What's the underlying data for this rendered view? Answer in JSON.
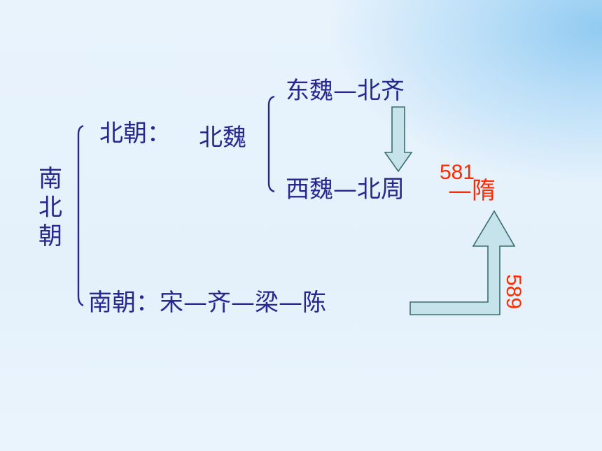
{
  "main_label": [
    "南",
    "北",
    "朝"
  ],
  "north": {
    "label": "北朝：",
    "origin": "北魏",
    "east_branch": "东魏—北齐",
    "west_branch": "西魏—北周",
    "sui_connector": "—隋",
    "year_581": "581"
  },
  "south": {
    "line": "南朝：宋—齐—梁—陈",
    "year_589": "589"
  },
  "colors": {
    "text": "#27278f",
    "highlight": "#ff2a00",
    "arrow_fill": "#c6e2ea",
    "arrow_stroke": "#3b6e6e"
  },
  "icons": [
    "arrow-down-icon",
    "arrow-up-bent-icon",
    "brace-left-icon"
  ]
}
